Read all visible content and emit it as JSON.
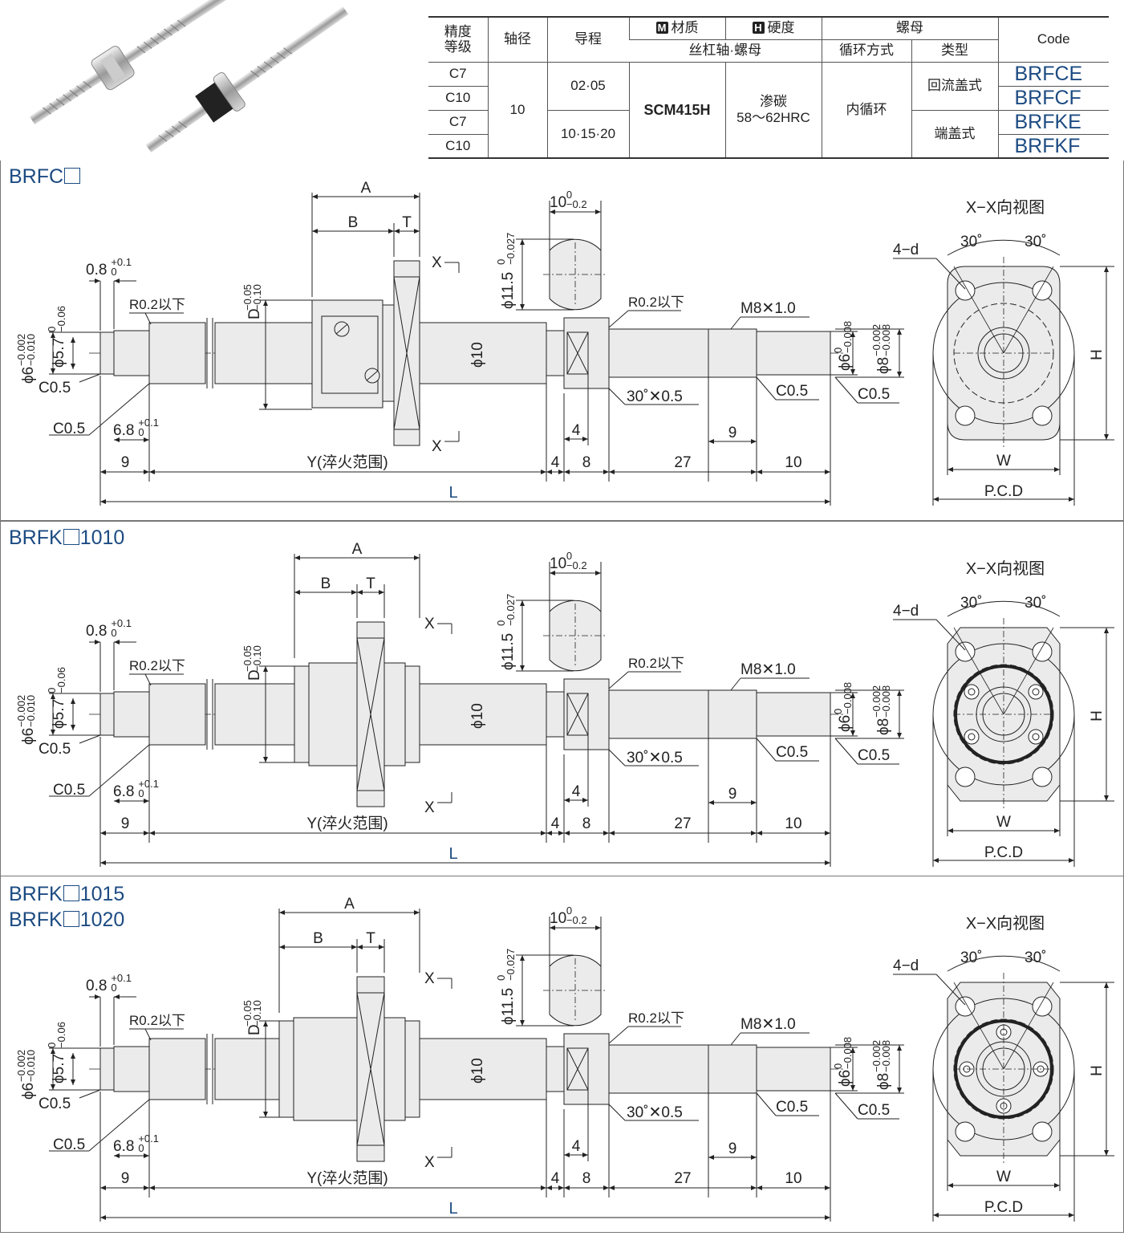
{
  "spec_table": {
    "headers": {
      "precision": "精度\n等级",
      "shaft_dia": "轴径",
      "lead": "导程",
      "material_badge": "M",
      "material": "材质",
      "hardness_badge": "H",
      "hardness": "硬度",
      "nut": "螺母",
      "shaft_nut": "丝杠轴·螺母",
      "circulation": "循环方式",
      "type": "类型",
      "code": "Code"
    },
    "precision_rows": [
      "C7",
      "C10",
      "C7",
      "C10"
    ],
    "shaft_dia": "10",
    "leads": [
      "02·05",
      "10·15·20"
    ],
    "material": "SCM415H",
    "hardness": "渗碳\n58～62HRC",
    "circulation": "内循环",
    "types": [
      "回流盖式",
      "端盖式"
    ],
    "codes": [
      "BRFCE",
      "BRFCF",
      "BRFKE",
      "BRFKF"
    ]
  },
  "panels": [
    {
      "title_prefix": "BRFC",
      "title_suffix": "",
      "nut_style": "reflux"
    },
    {
      "title_prefix": "BRFK",
      "title_suffix": "1010",
      "nut_style": "endcap"
    },
    {
      "title_prefix": "BRFK",
      "title_suffix": "1015",
      "title2_suffix": "1020",
      "nut_style": "endcap2"
    }
  ],
  "dims": {
    "A": "A",
    "B": "B",
    "T": "T",
    "X": "X",
    "Y": "Y(淬火范围)",
    "L": "L",
    "D": "D",
    "D_tol_hi": "−0.05",
    "D_tol_lo": "−0.10",
    "d08": "0.8",
    "d08_tol_hi": "+0.1",
    "d08_tol_lo": "0",
    "d68": "6.8",
    "d68_tol_hi": "+0.1",
    "d68_tol_lo": "0",
    "phi6": "ϕ6",
    "phi6_tol_hi": "−0.002",
    "phi6_tol_lo": "−0.010",
    "phi57": "ϕ5.7",
    "phi57_tol_hi": "0",
    "phi57_tol_lo": "−0.06",
    "phi10": "ϕ10",
    "phi115": "ϕ11.5",
    "phi115_tol_hi": "0",
    "phi115_tol_lo": "−0.027",
    "w10": "10",
    "w10_tol_hi": "0",
    "w10_tol_lo": "−0.2",
    "r02": "R0.2以下",
    "m8": "M8✕1.0",
    "phi6r": "ϕ6",
    "phi6r_tol_hi": "0",
    "phi6r_tol_lo": "−0.008",
    "phi8": "ϕ8",
    "phi8_tol_hi": "−0.002",
    "phi8_tol_lo": "−0.008",
    "c05": "C0.5",
    "chamfer": "30˚✕0.5",
    "bottom": [
      "9",
      "4",
      "8",
      "27",
      "10"
    ],
    "small4": "4",
    "small9": "9",
    "view_title": "X−X向视图",
    "four_d": "4−d",
    "ang": "30˚",
    "H": "H",
    "W": "W",
    "PCD": "P.C.D"
  },
  "colors": {
    "accent": "#1c4b82",
    "part_fill": "#ebebeb",
    "line": "#222222"
  }
}
